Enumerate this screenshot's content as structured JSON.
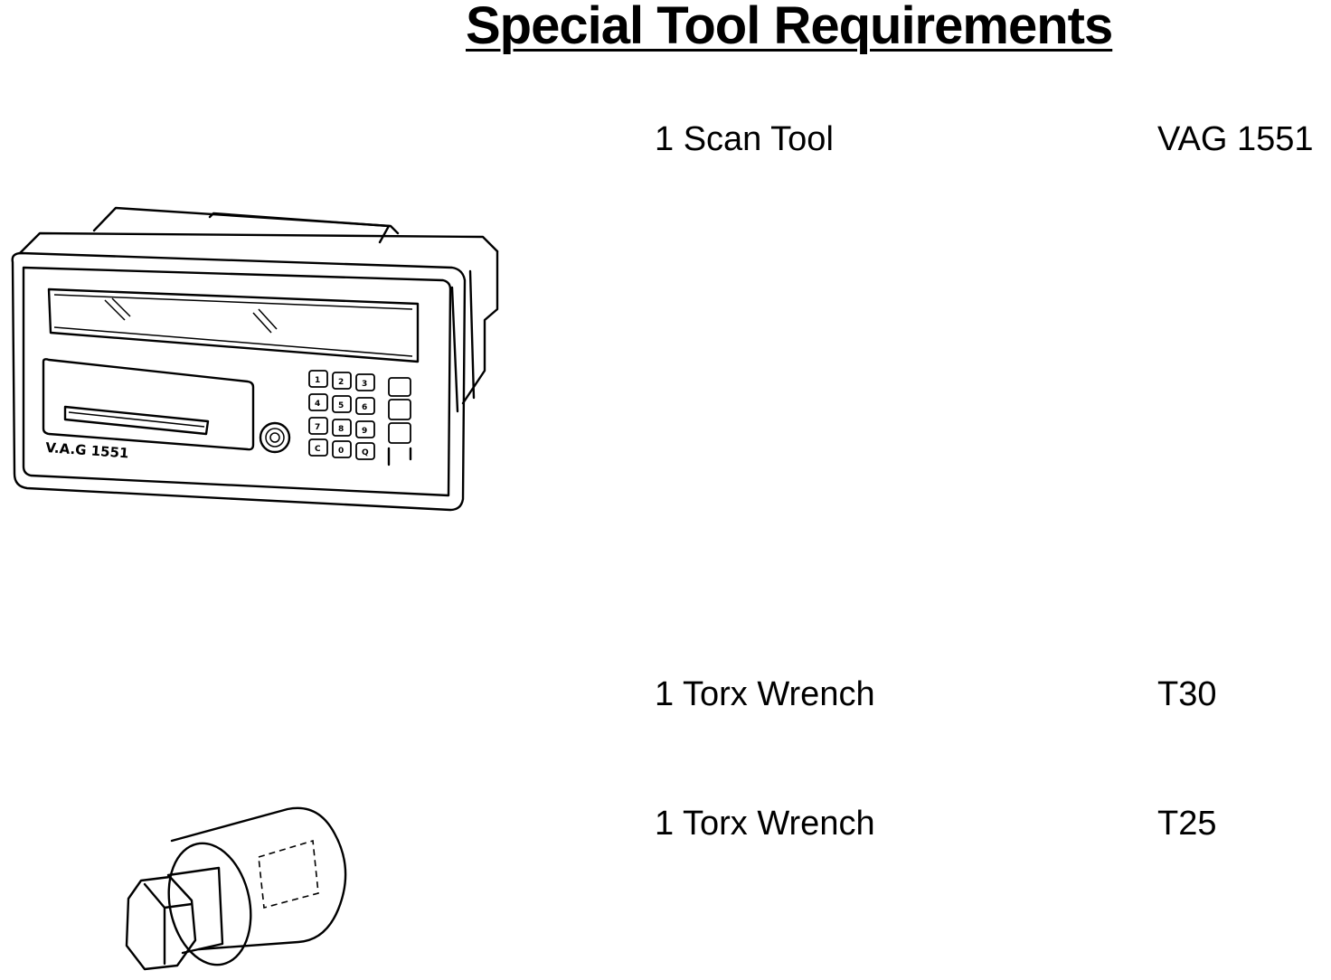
{
  "title": "Special Tool Requirements",
  "tools": [
    {
      "quantity_name": "1 Scan Tool",
      "part_number": "VAG 1551"
    },
    {
      "quantity_name": "1 Torx Wrench",
      "part_number": "T30"
    },
    {
      "quantity_name": "1 Torx Wrench",
      "part_number": "T25"
    }
  ],
  "scan_tool_illustration": {
    "device_label": "V.A.G 1551",
    "keypad_keys": [
      "1",
      "2",
      "3",
      "4",
      "5",
      "6",
      "7",
      "8",
      "9",
      "C",
      "0",
      "Q"
    ]
  }
}
